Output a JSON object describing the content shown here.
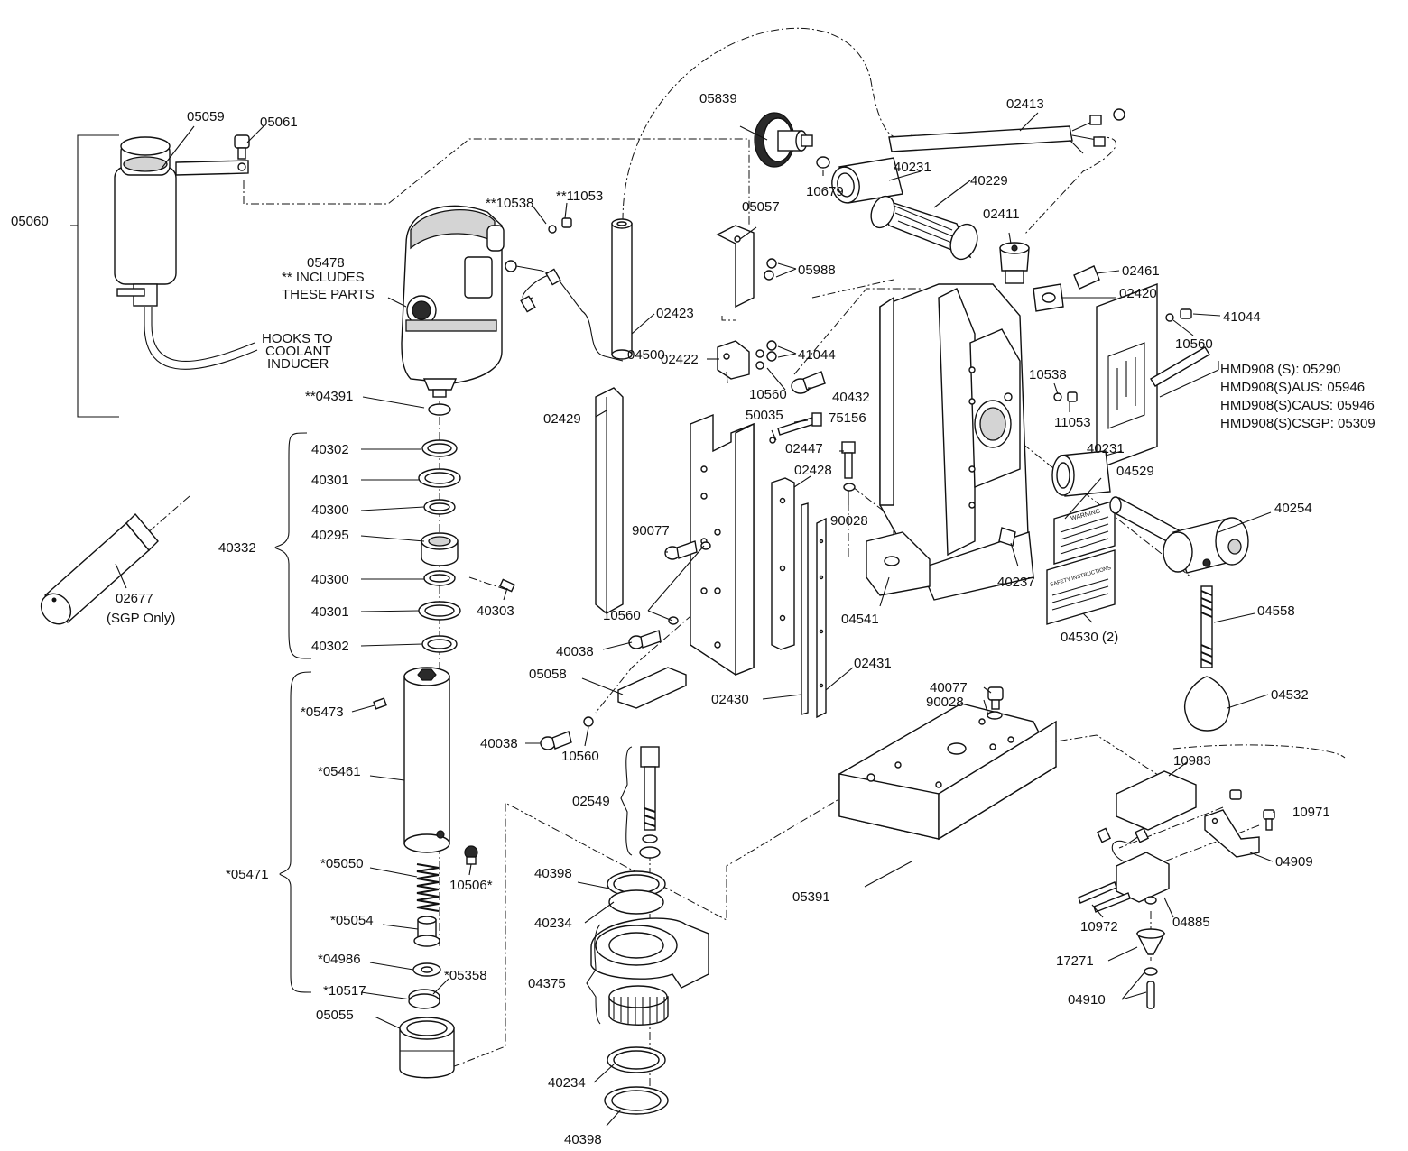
{
  "labels": {
    "p05059": "05059",
    "p05061": "05061",
    "p05060": "05060",
    "hooks": [
      "HOOKS TO",
      "COOLANT",
      "INDUCER"
    ],
    "p02677": "02677",
    "sgp_only": "(SGP Only)",
    "p05478": "05478",
    "includes": [
      "** INCLUDES",
      "THESE PARTS"
    ],
    "p10538a": "**10538",
    "p11053a": "**11053",
    "p04391": "**04391",
    "p40332": "40332",
    "p40302a": "40302",
    "p40301a": "40301",
    "p40300a": "40300",
    "p40295": "40295",
    "p40300b": "40300",
    "p40301b": "40301",
    "p40302b": "40302",
    "p40303": "40303",
    "p05471": "*05471",
    "p05473": "*05473",
    "p05461": "*05461",
    "p10506": "10506*",
    "p05050": "*05050",
    "p05054": "*05054",
    "p04986": "*04986",
    "p05358": "*05358",
    "p10517": "*10517",
    "p05055": "05055",
    "p02423": "02423",
    "p05839": "05839",
    "p10679": "10679",
    "p40231a": "40231",
    "p40229": "40229",
    "p02413": "02413",
    "p02411": "02411",
    "p02461": "02461",
    "p02420": "02420",
    "p41044a": "41044",
    "p10560a": "10560",
    "hmd1": "HMD908 (S): 05290",
    "hmd2": "HMD908(S)AUS: 05946",
    "hmd3": "HMD908(S)CAUS: 05946",
    "hmd4": "HMD908(S)CSGP: 05309",
    "p05057": "05057",
    "p05988": "05988",
    "p02422": "02422",
    "p04500": "04500",
    "p41044b": "41044",
    "p10560b": "10560",
    "p40432": "40432",
    "p10538b": "10538",
    "p11053b": "11053",
    "p02429": "02429",
    "p50035": "50035",
    "p75156": "75156",
    "p02447": "02447",
    "p02428": "02428",
    "p90028a": "90028",
    "p40231b": "40231",
    "p04529": "04529",
    "p90077": "90077",
    "p40254": "40254",
    "p40237": "40237",
    "p04541": "04541",
    "p10560c": "10560",
    "p40038a": "40038",
    "p04530": "04530 (2)",
    "p04558": "04558",
    "p05058": "05058",
    "p02431": "02431",
    "p02430": "02430",
    "p40077": "40077",
    "p90028b": "90028",
    "p04532": "04532",
    "p40038b": "40038",
    "p10560d": "10560",
    "p02549": "02549",
    "p10983": "10983",
    "p10971": "10971",
    "p40398a": "40398",
    "p40234a": "40234",
    "p05391": "05391",
    "p04909": "04909",
    "p04375": "04375",
    "p10972": "10972",
    "p04885": "04885",
    "p17271": "17271",
    "p04910": "04910",
    "p40234b": "40234",
    "p40398b": "40398",
    "warning": "WARNING",
    "safety": "SAFETY INSTRUCTIONS"
  }
}
